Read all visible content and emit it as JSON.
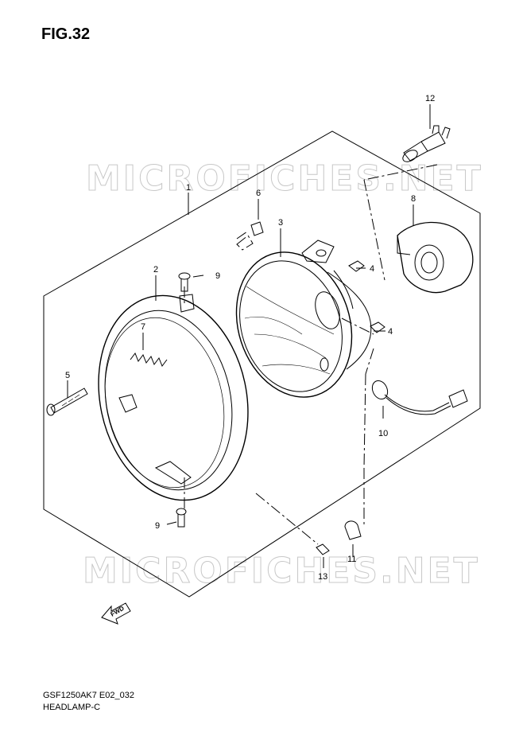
{
  "figure": {
    "title": "FIG.32"
  },
  "watermark": {
    "text": "MICROFICHES.NET"
  },
  "footer": {
    "model_code": "GSF1250AK7 E02_032",
    "section": "HEADLAMP-C"
  },
  "callouts": [
    {
      "id": "c1",
      "label": "1",
      "part": "headlamp assembly"
    },
    {
      "id": "c2",
      "label": "2",
      "part": "headlamp rim"
    },
    {
      "id": "c3",
      "label": "3",
      "part": "headlamp unit"
    },
    {
      "id": "c4a",
      "label": "4",
      "part": "nut"
    },
    {
      "id": "c4b",
      "label": "4",
      "part": "nut"
    },
    {
      "id": "c5",
      "label": "5",
      "part": "adjusting screw"
    },
    {
      "id": "c6",
      "label": "6",
      "part": "nut"
    },
    {
      "id": "c7",
      "label": "7",
      "part": "spring"
    },
    {
      "id": "c8",
      "label": "8",
      "part": "cover"
    },
    {
      "id": "c9a",
      "label": "9",
      "part": "screw"
    },
    {
      "id": "c9b",
      "label": "9",
      "part": "screw"
    },
    {
      "id": "c10",
      "label": "10",
      "part": "socket"
    },
    {
      "id": "c11",
      "label": "11",
      "part": "bulb"
    },
    {
      "id": "c12",
      "label": "12",
      "part": "headlamp bulb"
    },
    {
      "id": "c13",
      "label": "13",
      "part": "screw"
    }
  ],
  "fwd_arrow": {
    "text": "FWD",
    "icon": "fwd-arrow-icon"
  }
}
